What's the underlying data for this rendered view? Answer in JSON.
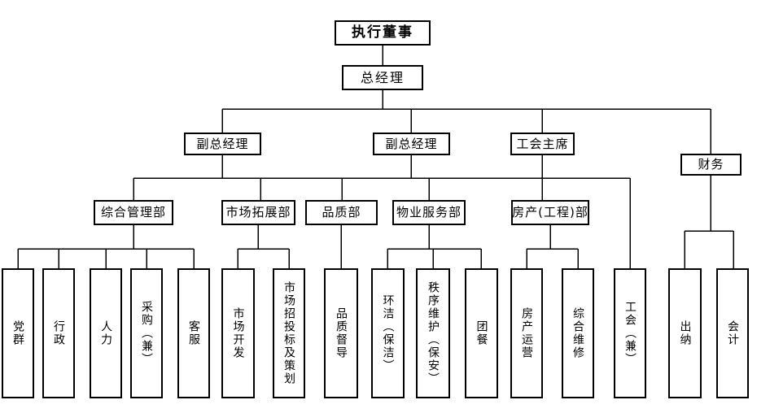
{
  "diagram": {
    "type": "org-chart",
    "background_color": "#ffffff",
    "box_border_color": "#000000",
    "line_color": "#000000",
    "text_color": "#000000"
  },
  "org": {
    "level1": [
      {
        "id": "executive-director",
        "label": "执行董事"
      }
    ],
    "level2": [
      {
        "id": "general-manager",
        "label": "总经理",
        "parent": "executive-director"
      }
    ],
    "level3": [
      {
        "id": "deputy-general-manager-1",
        "label": "副总经理",
        "parent": "general-manager"
      },
      {
        "id": "deputy-general-manager-2",
        "label": "副总经理",
        "parent": "general-manager"
      },
      {
        "id": "union-chairman",
        "label": "工会主席",
        "parent": "general-manager"
      },
      {
        "id": "finance",
        "label": "财务",
        "parent": "general-manager"
      }
    ],
    "level4": [
      {
        "id": "general-management-dept",
        "label": "综合管理部"
      },
      {
        "id": "market-expansion-dept",
        "label": "市场拓展部"
      },
      {
        "id": "quality-dept",
        "label": "品质部"
      },
      {
        "id": "property-service-dept",
        "label": "物业服务部"
      },
      {
        "id": "real-estate-engineering-dept",
        "label": "房产(工程)部"
      }
    ],
    "level5": [
      {
        "id": "party-masses",
        "label": "党群",
        "parent": "general-management-dept"
      },
      {
        "id": "administration",
        "label": "行政",
        "parent": "general-management-dept"
      },
      {
        "id": "human-resources",
        "label": "人力",
        "parent": "general-management-dept"
      },
      {
        "id": "procurement-concurrent",
        "label": "采购（兼）",
        "parent": "general-management-dept"
      },
      {
        "id": "customer-service",
        "label": "客服",
        "parent": "general-management-dept"
      },
      {
        "id": "market-development",
        "label": "市场开发",
        "parent": "market-expansion-dept"
      },
      {
        "id": "market-bidding-planning",
        "label": "市场招投标及策划",
        "parent": "market-expansion-dept"
      },
      {
        "id": "quality-supervision",
        "label": "品质督导",
        "parent": "quality-dept"
      },
      {
        "id": "cleaning",
        "label": "环洁（保洁）",
        "parent": "property-service-dept"
      },
      {
        "id": "order-maintenance-security",
        "label": "秩序维护（保安）",
        "parent": "property-service-dept"
      },
      {
        "id": "group-catering",
        "label": "团餐",
        "parent": "property-service-dept"
      },
      {
        "id": "real-estate-operation",
        "label": "房产运营",
        "parent": "real-estate-engineering-dept"
      },
      {
        "id": "comprehensive-maintenance",
        "label": "综合维修",
        "parent": "real-estate-engineering-dept"
      },
      {
        "id": "union-concurrent",
        "label": "工会（兼）",
        "parent": "union-chairman"
      },
      {
        "id": "cashier",
        "label": "出纳",
        "parent": "finance"
      },
      {
        "id": "accountant",
        "label": "会计",
        "parent": "finance"
      }
    ]
  }
}
